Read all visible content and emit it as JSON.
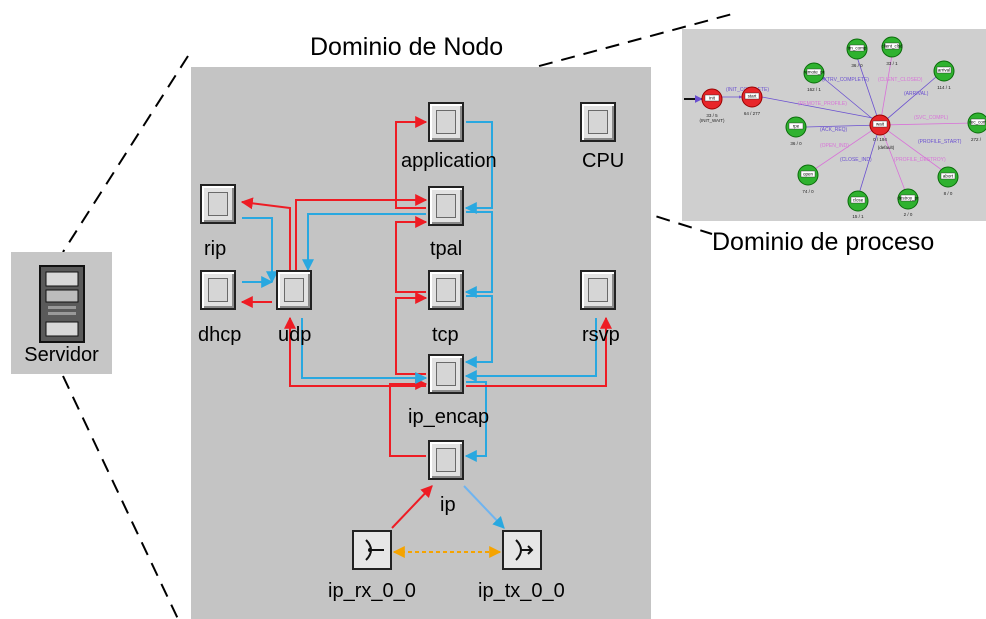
{
  "server": {
    "label": "Servidor",
    "icon": "server-tower-icon"
  },
  "node_domain": {
    "title": "Dominio de Nodo",
    "modules": {
      "application": "application",
      "cpu": "CPU",
      "rip": "rip",
      "tpal": "tpal",
      "dhcp": "dhcp",
      "udp": "udp",
      "tcp": "tcp",
      "rsvp": "rsvp",
      "ip_encap": "ip_encap",
      "ip": "ip",
      "ip_rx": "ip_rx_0_0",
      "ip_tx": "ip_tx_0_0"
    }
  },
  "process_domain": {
    "title": "Dominio de proceso",
    "states": {
      "init": "init",
      "start": "start",
      "wait": "wait",
      "rpe": "rpe",
      "open": "open",
      "close": "close",
      "remote_pr": "remote_pr",
      "trn_comp": "trn_comp",
      "client_close": "client_clsd",
      "arrival": "arrival",
      "rec_com": "rec_com",
      "abort": "abort",
      "destroy": "destroy_pr"
    },
    "counts": {
      "init": "33 / 5",
      "init_sub": "(INIT_WAIT)",
      "start": "64 / 277",
      "wait": "0 / 194",
      "wait_sub": "(default)",
      "rpe": "36 / 0",
      "open": "74 / 0",
      "close": "15 / 1",
      "remote_pr": "162 / 1",
      "trn_comp": "36 / 0",
      "client_close": "33 / 1",
      "arrival": "114 / 1",
      "rec_com": "272 /",
      "abort": "8 / 0",
      "destroy": "2 / 0"
    },
    "transitions": {
      "init_complete": "(INIT_COMPLETE)",
      "xtrv_complete": "(XTRV_COMPLETE)",
      "client_closed": "(CLIENT_CLOSED)",
      "remote_profile": "(REMOTE_PROFILE)",
      "arrival": "(ARRIVAL)",
      "ack_req": "(ACK_REQ)",
      "svc_compl": "(SVC_COMPL)",
      "open_ind": "(OPEN_IND)",
      "profile_start": "(PROFILE_START)",
      "close_ind": "(CLOSE_IND)",
      "profile_destroy": "(PROFILE_DESTROY)"
    },
    "colors": {
      "red_state": "#e8262a",
      "green_state": "#2fb22f",
      "arrow_purple": "#6a4fd0",
      "arrow_pink": "#d873d8"
    }
  },
  "colors": {
    "panel_gray": "#c4c4c4",
    "stream_red": "#ee1c24",
    "stream_blue": "#29a8e0",
    "stat_orange": "#f5a300"
  }
}
